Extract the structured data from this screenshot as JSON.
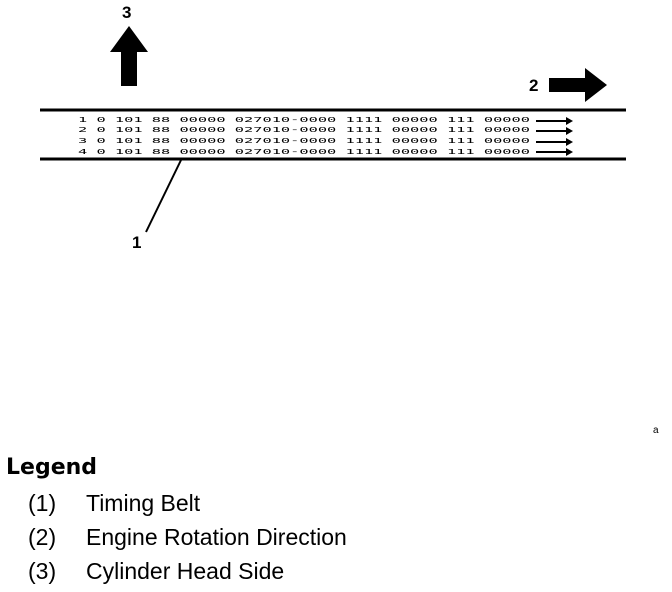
{
  "figure": {
    "callouts": {
      "belt": "1",
      "rotation": "2",
      "head": "3"
    },
    "belt_print": {
      "rows": [
        "1  0  101  88 00000 027010-0000 1111 00000 111 00000",
        "2  0  101  88 00000 027010-0000 1111 00000 111 00000",
        "3  0  101  88 00000 027010-0000 1111 00000 111 00000",
        "4  0  101  88 00000 027010-0000 1111 00000 111 00000"
      ]
    }
  },
  "stray_mark": "a",
  "legend": {
    "title": "Legend",
    "items": [
      {
        "num": "(1)",
        "label": "Timing Belt"
      },
      {
        "num": "(2)",
        "label": "Engine Rotation Direction"
      },
      {
        "num": "(3)",
        "label": "Cylinder Head Side"
      }
    ]
  }
}
